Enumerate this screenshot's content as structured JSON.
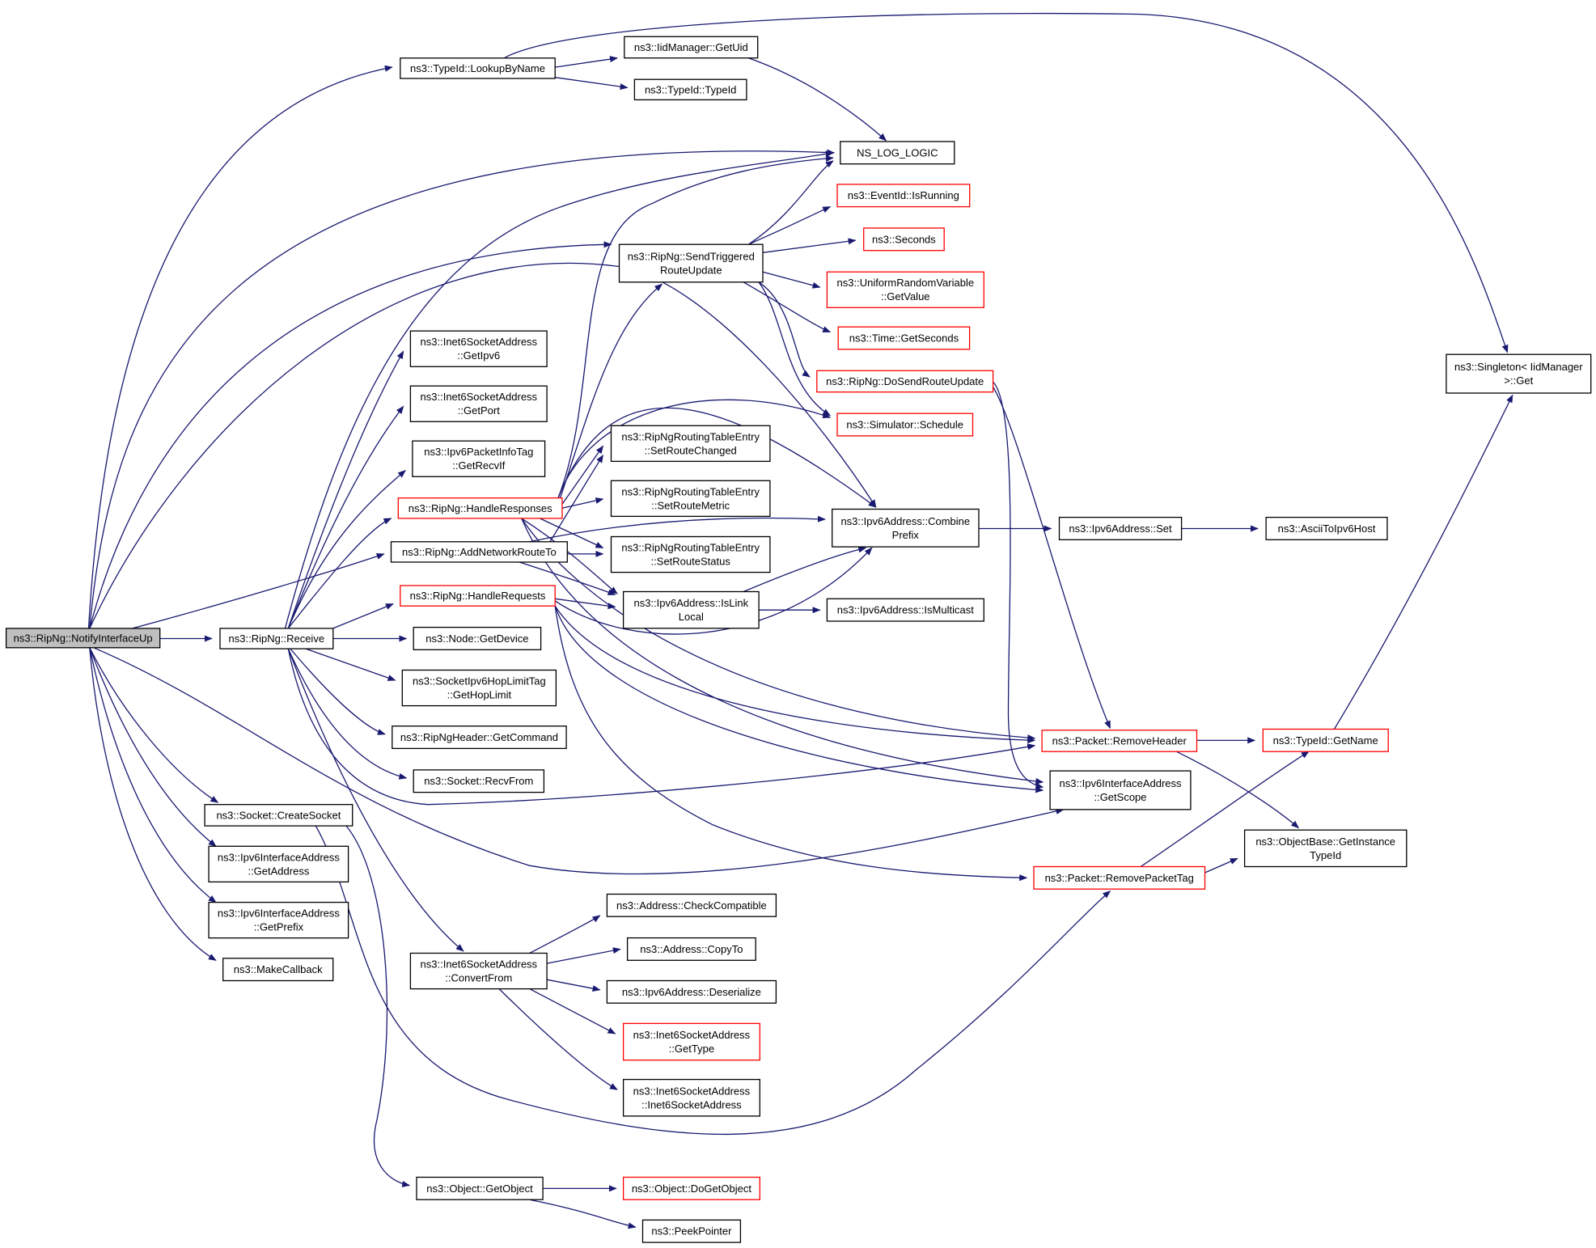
{
  "graph": {
    "root": "notify",
    "nodes": [
      {
        "id": "notify",
        "lines": [
          "ns3::RipNg::NotifyInterfaceUp"
        ],
        "style": "root"
      },
      {
        "id": "lookup",
        "lines": [
          "ns3::TypeId::LookupByName"
        ],
        "style": "normal"
      },
      {
        "id": "getuid",
        "lines": [
          "ns3::IidManager::GetUid"
        ],
        "style": "normal"
      },
      {
        "id": "typeid",
        "lines": [
          "ns3::TypeId::TypeId"
        ],
        "style": "normal"
      },
      {
        "id": "nslog",
        "lines": [
          "NS_LOG_LOGIC"
        ],
        "style": "normal"
      },
      {
        "id": "isrunning",
        "lines": [
          "ns3::EventId::IsRunning"
        ],
        "style": "red"
      },
      {
        "id": "seconds",
        "lines": [
          "ns3::Seconds"
        ],
        "style": "red"
      },
      {
        "id": "sendtrig",
        "lines": [
          "ns3::RipNg::SendTriggered",
          "RouteUpdate"
        ],
        "style": "normal"
      },
      {
        "id": "getvalue",
        "lines": [
          "ns3::UniformRandomVariable",
          "::GetValue"
        ],
        "style": "red"
      },
      {
        "id": "getseconds",
        "lines": [
          "ns3::Time::GetSeconds"
        ],
        "style": "red"
      },
      {
        "id": "dosend",
        "lines": [
          "ns3::RipNg::DoSendRouteUpdate"
        ],
        "style": "red"
      },
      {
        "id": "schedule",
        "lines": [
          "ns3::Simulator::Schedule"
        ],
        "style": "red"
      },
      {
        "id": "singleton",
        "lines": [
          "ns3::Singleton< IidManager",
          " >::Get"
        ],
        "style": "normal"
      },
      {
        "id": "getipv6",
        "lines": [
          "ns3::Inet6SocketAddress",
          "::GetIpv6"
        ],
        "style": "normal"
      },
      {
        "id": "getport",
        "lines": [
          "ns3::Inet6SocketAddress",
          "::GetPort"
        ],
        "style": "normal"
      },
      {
        "id": "getrecvif",
        "lines": [
          "ns3::Ipv6PacketInfoTag",
          "::GetRecvIf"
        ],
        "style": "normal"
      },
      {
        "id": "setroutechanged",
        "lines": [
          "ns3::RipNgRoutingTableEntry",
          "::SetRouteChanged"
        ],
        "style": "normal"
      },
      {
        "id": "handleresp",
        "lines": [
          "ns3::RipNg::HandleResponses"
        ],
        "style": "red"
      },
      {
        "id": "setroutemetric",
        "lines": [
          "ns3::RipNgRoutingTableEntry",
          "::SetRouteMetric"
        ],
        "style": "normal"
      },
      {
        "id": "combine",
        "lines": [
          "ns3::Ipv6Address::Combine",
          "Prefix"
        ],
        "style": "normal"
      },
      {
        "id": "ipv6set",
        "lines": [
          "ns3::Ipv6Address::Set"
        ],
        "style": "normal"
      },
      {
        "id": "ascii",
        "lines": [
          "ns3::AsciiToIpv6Host"
        ],
        "style": "normal"
      },
      {
        "id": "addnet",
        "lines": [
          "ns3::RipNg::AddNetworkRouteTo"
        ],
        "style": "normal"
      },
      {
        "id": "setroutestatus",
        "lines": [
          "ns3::RipNgRoutingTableEntry",
          "::SetRouteStatus"
        ],
        "style": "normal"
      },
      {
        "id": "handlereq",
        "lines": [
          "ns3::RipNg::HandleRequests"
        ],
        "style": "red"
      },
      {
        "id": "islink",
        "lines": [
          "ns3::Ipv6Address::IsLink",
          "Local"
        ],
        "style": "normal"
      },
      {
        "id": "ismulticast",
        "lines": [
          "ns3::Ipv6Address::IsMulticast"
        ],
        "style": "normal"
      },
      {
        "id": "receive",
        "lines": [
          "ns3::RipNg::Receive"
        ],
        "style": "normal"
      },
      {
        "id": "getdevice",
        "lines": [
          "ns3::Node::GetDevice"
        ],
        "style": "normal"
      },
      {
        "id": "gethoplimit",
        "lines": [
          "ns3::SocketIpv6HopLimitTag",
          "::GetHopLimit"
        ],
        "style": "normal"
      },
      {
        "id": "getcommand",
        "lines": [
          "ns3::RipNgHeader::GetCommand"
        ],
        "style": "normal"
      },
      {
        "id": "recvfrom",
        "lines": [
          "ns3::Socket::RecvFrom"
        ],
        "style": "normal"
      },
      {
        "id": "removeheader",
        "lines": [
          "ns3::Packet::RemoveHeader"
        ],
        "style": "red"
      },
      {
        "id": "getname",
        "lines": [
          "ns3::TypeId::GetName"
        ],
        "style": "red"
      },
      {
        "id": "getscope",
        "lines": [
          "ns3::Ipv6InterfaceAddress",
          "::GetScope"
        ],
        "style": "normal"
      },
      {
        "id": "createsocket",
        "lines": [
          "ns3::Socket::CreateSocket"
        ],
        "style": "normal"
      },
      {
        "id": "getaddress",
        "lines": [
          "ns3::Ipv6InterfaceAddress",
          "::GetAddress"
        ],
        "style": "normal"
      },
      {
        "id": "getinstance",
        "lines": [
          "ns3::ObjectBase::GetInstance",
          "TypeId"
        ],
        "style": "normal"
      },
      {
        "id": "removepackettag",
        "lines": [
          "ns3::Packet::RemovePacketTag"
        ],
        "style": "red"
      },
      {
        "id": "getprefix",
        "lines": [
          "ns3::Ipv6InterfaceAddress",
          "::GetPrefix"
        ],
        "style": "normal"
      },
      {
        "id": "makecallback",
        "lines": [
          "ns3::MakeCallback"
        ],
        "style": "normal"
      },
      {
        "id": "checkcompat",
        "lines": [
          "ns3::Address::CheckCompatible"
        ],
        "style": "normal"
      },
      {
        "id": "copyto",
        "lines": [
          "ns3::Address::CopyTo"
        ],
        "style": "normal"
      },
      {
        "id": "convertfrom",
        "lines": [
          "ns3::Inet6SocketAddress",
          "::ConvertFrom"
        ],
        "style": "normal"
      },
      {
        "id": "deserialize",
        "lines": [
          "ns3::Ipv6Address::Deserialize"
        ],
        "style": "normal"
      },
      {
        "id": "gettype",
        "lines": [
          "ns3::Inet6SocketAddress",
          "::GetType"
        ],
        "style": "red"
      },
      {
        "id": "inet6ctor",
        "lines": [
          "ns3::Inet6SocketAddress",
          "::Inet6SocketAddress"
        ],
        "style": "normal"
      },
      {
        "id": "getobject",
        "lines": [
          "ns3::Object::GetObject"
        ],
        "style": "normal"
      },
      {
        "id": "dogetobject",
        "lines": [
          "ns3::Object::DoGetObject"
        ],
        "style": "red"
      },
      {
        "id": "peekpointer",
        "lines": [
          "ns3::PeekPointer"
        ],
        "style": "normal"
      }
    ],
    "colors": {
      "edge": "#191970",
      "node_border": "#000000",
      "red_border": "#ff0000",
      "root_fill": "#bfbfbf",
      "node_fill": "#ffffff"
    }
  }
}
